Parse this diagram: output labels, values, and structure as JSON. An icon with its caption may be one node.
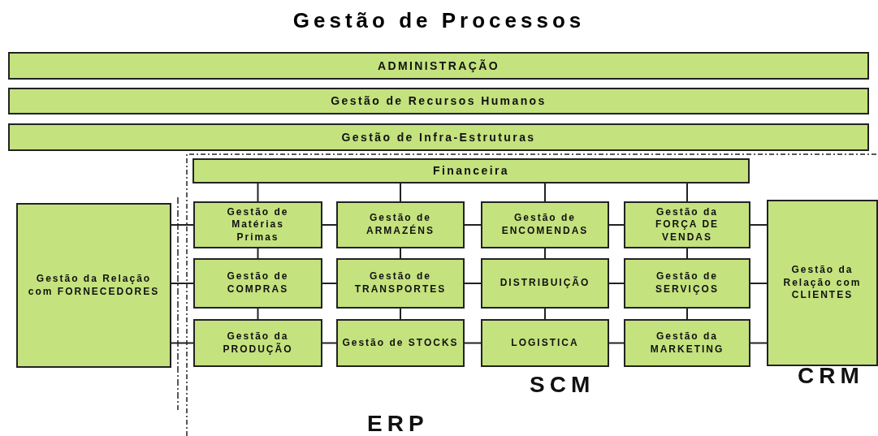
{
  "diagram": {
    "title": "Gestão de Processos",
    "nodes": [
      {
        "text": [
          "ADMINISTRAÇÃO"
        ]
      },
      {
        "text": [
          "Gestão de Recursos Humanos"
        ]
      },
      {
        "text": [
          "Gestão de Infra-Estruturas"
        ]
      },
      {
        "text": [
          "Financeira"
        ]
      },
      {
        "text": [
          "Gestão da Relação com FORNECEDORES"
        ]
      },
      {
        "text": [
          "Gestão de Matérias Primas"
        ]
      },
      {
        "text": [
          "Gestão de ARMAZÉNS"
        ]
      },
      {
        "text": [
          "Gestão de ENCOMENDAS"
        ]
      },
      {
        "text": [
          "Gestão da FORÇA DE VENDAS"
        ]
      },
      {
        "text": [
          "Gestão de COMPRAS"
        ]
      },
      {
        "text": [
          "Gestão de TRANSPORTES"
        ]
      },
      {
        "text": [
          "DISTRIBUIÇÃO"
        ]
      },
      {
        "text": [
          "Gestão de SERVIÇOS"
        ]
      },
      {
        "text": [
          "Gestão da PRODUÇÃO"
        ]
      },
      {
        "text": [
          "Gestão de STOCKS"
        ]
      },
      {
        "text": [
          "LOGISTICA"
        ]
      },
      {
        "text": [
          "Gestão da MARKETING"
        ]
      },
      {
        "text": [
          "Gestão da Relação com CLIENTES"
        ]
      }
    ],
    "edges": [
      {
        "from": 3,
        "to": 5,
        "arrow": "none"
      },
      {
        "from": 3,
        "to": 6,
        "arrow": "none"
      },
      {
        "from": 3,
        "to": 7,
        "arrow": "none"
      },
      {
        "from": 3,
        "to": 8,
        "arrow": "none"
      },
      {
        "from": 4,
        "to": 5,
        "arrow": "none"
      },
      {
        "from": 4,
        "to": 9,
        "arrow": "none"
      },
      {
        "from": 4,
        "to": 13,
        "arrow": "none"
      },
      {
        "from": 5,
        "to": 6,
        "arrow": "none"
      },
      {
        "from": 6,
        "to": 7,
        "arrow": "none"
      },
      {
        "from": 7,
        "to": 8,
        "arrow": "none"
      },
      {
        "from": 9,
        "to": 10,
        "arrow": "none"
      },
      {
        "from": 10,
        "to": 11,
        "arrow": "none"
      },
      {
        "from": 11,
        "to": 12,
        "arrow": "none"
      },
      {
        "from": 13,
        "to": 14,
        "arrow": "none"
      },
      {
        "from": 14,
        "to": 15,
        "arrow": "none"
      },
      {
        "from": 15,
        "to": 16,
        "arrow": "none"
      },
      {
        "from": 5,
        "to": 9,
        "arrow": "none"
      },
      {
        "from": 9,
        "to": 13,
        "arrow": "none"
      },
      {
        "from": 6,
        "to": 10,
        "arrow": "none"
      },
      {
        "from": 10,
        "to": 14,
        "arrow": "none"
      },
      {
        "from": 7,
        "to": 11,
        "arrow": "none"
      },
      {
        "from": 11,
        "to": 15,
        "arrow": "none"
      },
      {
        "from": 8,
        "to": 12,
        "arrow": "none"
      },
      {
        "from": 12,
        "to": 16,
        "arrow": "none"
      },
      {
        "from": 8,
        "to": 17,
        "arrow": "none"
      },
      {
        "from": 12,
        "to": 17,
        "arrow": "none"
      },
      {
        "from": 16,
        "to": 17,
        "arrow": "none"
      }
    ],
    "labels": [
      "SCM",
      "CRM",
      "ERP"
    ]
  }
}
